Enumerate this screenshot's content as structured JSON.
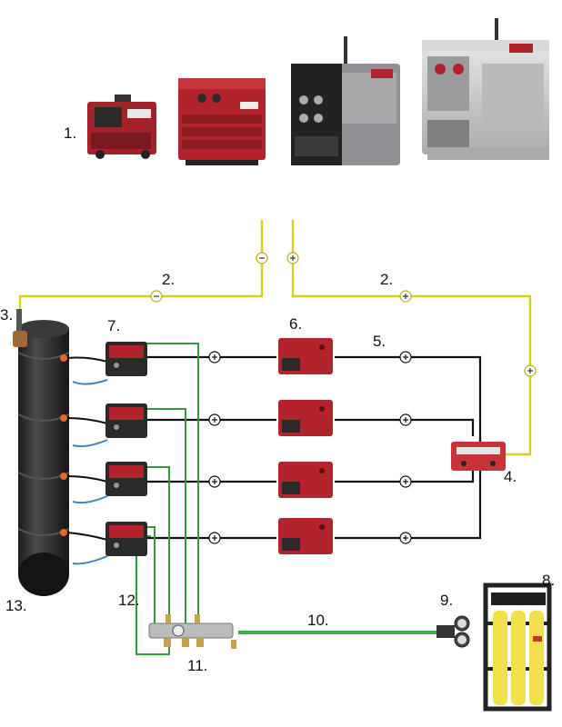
{
  "labels": {
    "l1": "1.",
    "l2a": "2.",
    "l2b": "2.",
    "l3": "3.",
    "l4": "4.",
    "l5": "5.",
    "l6": "6.",
    "l7": "7.",
    "l8": "8.",
    "l9": "9.",
    "l10": "10.",
    "l11": "11.",
    "l12": "12.",
    "l13": "13."
  },
  "colors": {
    "positive_cable": "#d8d018",
    "work_cable": "#111111",
    "gas_hose": "#2f9c3c",
    "hose_light": "#55c060",
    "machine_red": "#b3232b",
    "pipe": "#2e2e2e",
    "cylinder_yellow": "#f2e04a",
    "blue_cable": "#3d86c6",
    "steel": "#c9cbcd"
  },
  "icons": {
    "connector": "circle-plus-icon",
    "negative_connector": "circle-minus-icon"
  }
}
